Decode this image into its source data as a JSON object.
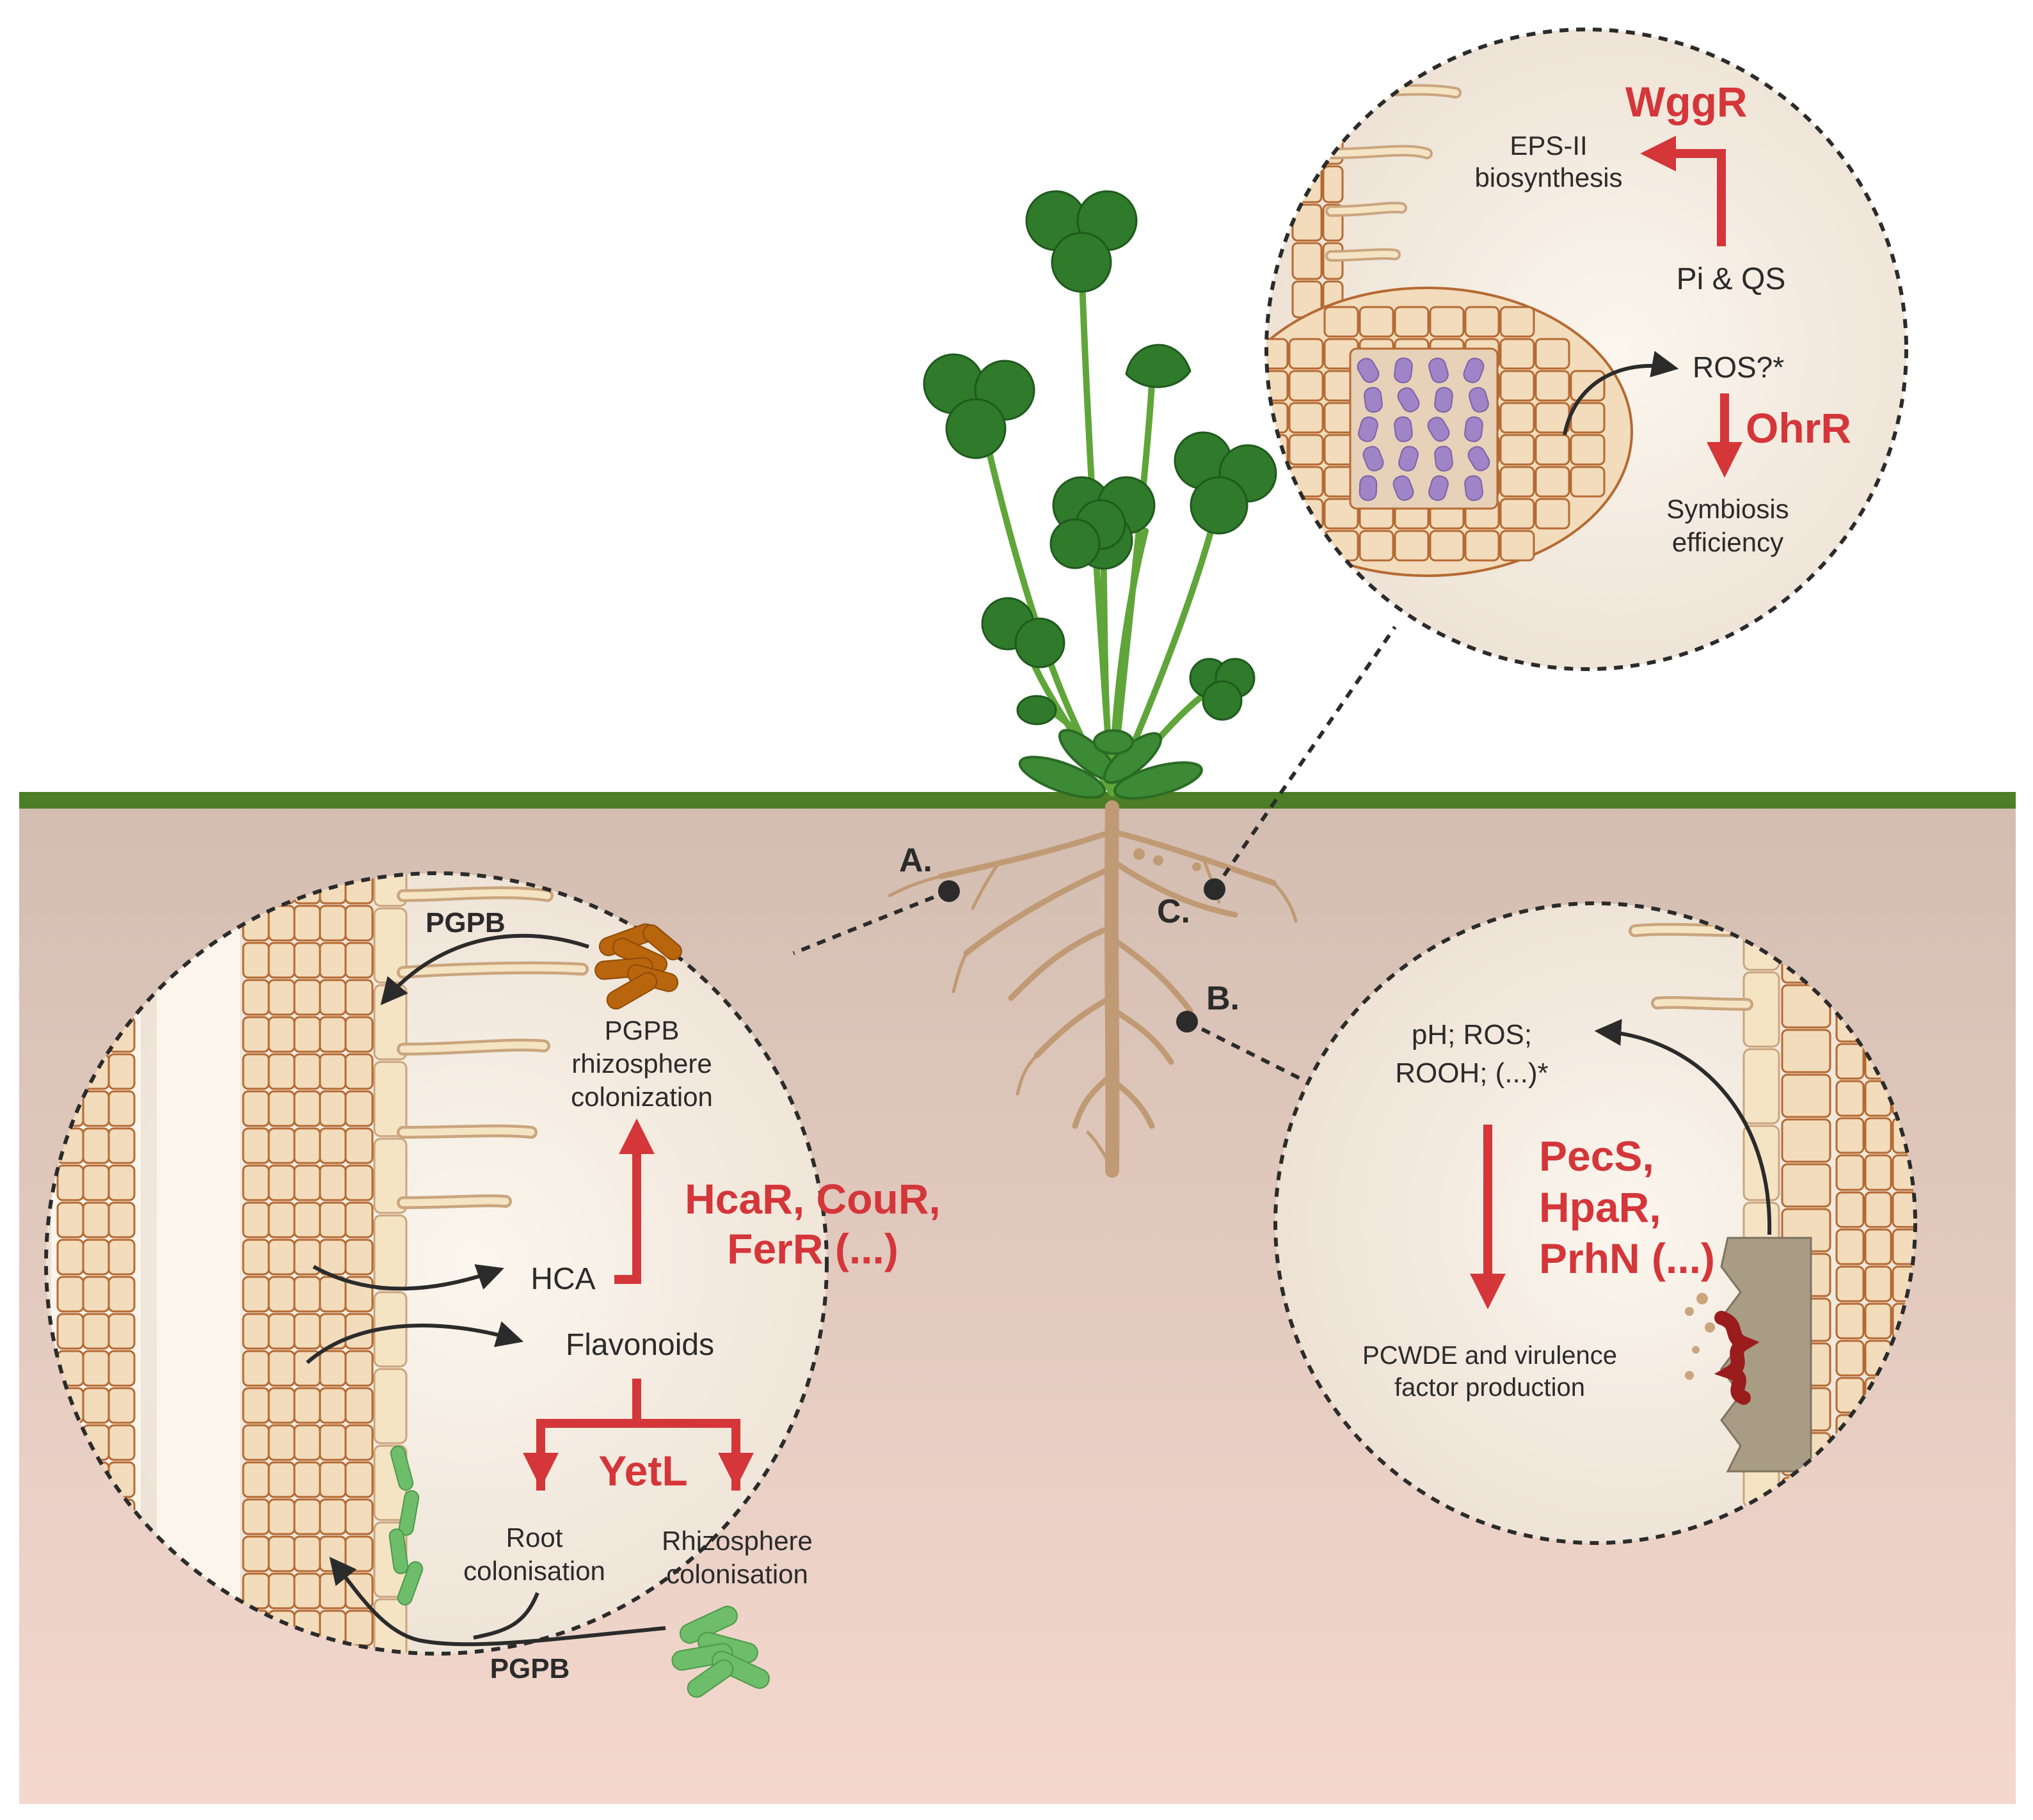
{
  "colors": {
    "ground_line": "#4b7e26",
    "soil_top": "#d4bcb0",
    "soil_bottom": "#f3d6cc",
    "regulator_red": "#d4363a",
    "root_brown": "#c09a74",
    "cell_fill": "#f2dcbc",
    "cell_stroke": "#b56a33",
    "pgpb_brown": "#b8650d",
    "pgpb_green": "#6dbd6a",
    "bacteroid_purple": "#a084c8",
    "leaf_green": "#2f7a2b"
  },
  "points": {
    "a": "A.",
    "b": "B.",
    "c": "C."
  },
  "zoom_c": {
    "wggr": "WggR",
    "eps_line1": "EPS-II",
    "eps_line2": "biosynthesis",
    "pi_qs": "Pi & QS",
    "ros": "ROS?*",
    "ohrr": "OhrR",
    "symb_line1": "Symbiosis",
    "symb_line2": "efficiency"
  },
  "zoom_a": {
    "pgpb_top": "PGPB",
    "pgpb_line1": "PGPB",
    "pgpb_line2": "rhizosphere",
    "pgpb_line3": "colonization",
    "hca": "HCA",
    "hcar_line1": "HcaR, CouR,",
    "hcar_line2": "FerR (...)",
    "flavonoids": "Flavonoids",
    "yetl": "YetL",
    "root_col_line1": "Root",
    "root_col_line2": "colonisation",
    "rhizo_col_line1": "Rhizosphere",
    "rhizo_col_line2": "colonisation",
    "pgpb_bottom": "PGPB"
  },
  "zoom_b": {
    "signals_line1": "pH; ROS;",
    "signals_line2": "ROOH; (...)*",
    "pecs_line1": "PecS,",
    "pecs_line2": "HpaR,",
    "pecs_line3": "PrhN (...)",
    "pcwde_line1": "PCWDE and virulence",
    "pcwde_line2": "factor production"
  },
  "icons": [
    "clover-plant-icon",
    "root-system-icon",
    "root-hair-cells-icon",
    "nodule-icon",
    "bacteria-brown-icon",
    "bacteria-green-icon",
    "pathogen-lesion-icon"
  ]
}
